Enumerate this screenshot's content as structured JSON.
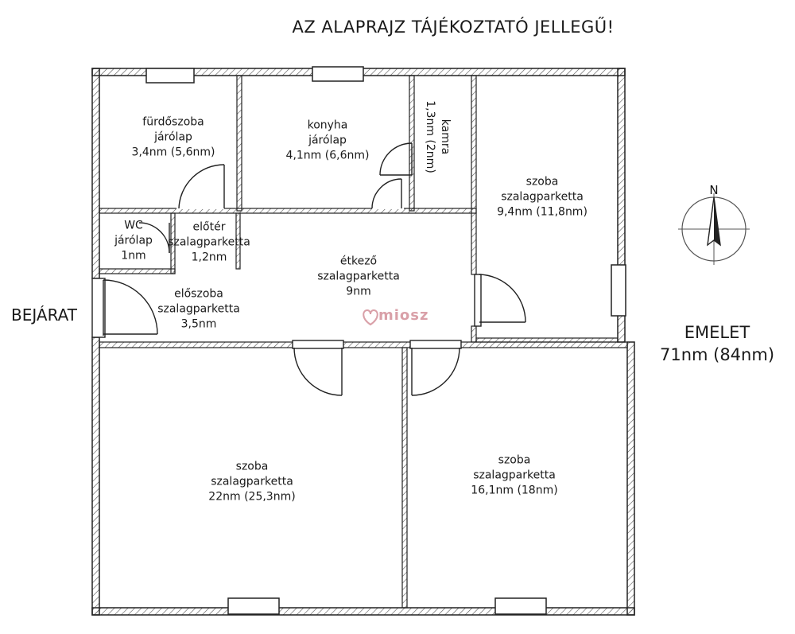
{
  "title": "AZ ALAPRAJZ TÁJÉKOZTATÓ JELLEGŰ!",
  "entrance": "BEJÁRAT",
  "floor": {
    "name": "EMELET",
    "area": "71nm (84nm)"
  },
  "compass": {
    "north": "N"
  },
  "watermark": "miosz",
  "rooms": {
    "furdoszoba": [
      "fürdőszoba",
      "járólap",
      "3,4nm (5,6nm)"
    ],
    "konyha": [
      "konyha",
      "járólap",
      "4,1nm (6,6nm)"
    ],
    "kamra": [
      "kamra",
      "1,3nm (2nm)"
    ],
    "szoba_ne": [
      "szoba",
      "szalagparketta",
      "9,4nm (11,8nm)"
    ],
    "wc": [
      "WC",
      "járólap",
      "1nm"
    ],
    "eloter": [
      "előtér",
      "szalagparketta",
      "1,2nm"
    ],
    "etkezo": [
      "étkező",
      "szalagparketta",
      "9nm"
    ],
    "eloszoba": [
      "előszoba",
      "szalagparketta",
      "3,5nm"
    ],
    "szoba_sw": [
      "szoba",
      "szalagparketta",
      "22nm (25,3nm)"
    ],
    "szoba_se": [
      "szoba",
      "szalagparketta",
      "16,1nm (18nm)"
    ]
  },
  "colors": {
    "wall": "#333333",
    "hatch": "#444444",
    "watermark": "#d9a0a8"
  }
}
